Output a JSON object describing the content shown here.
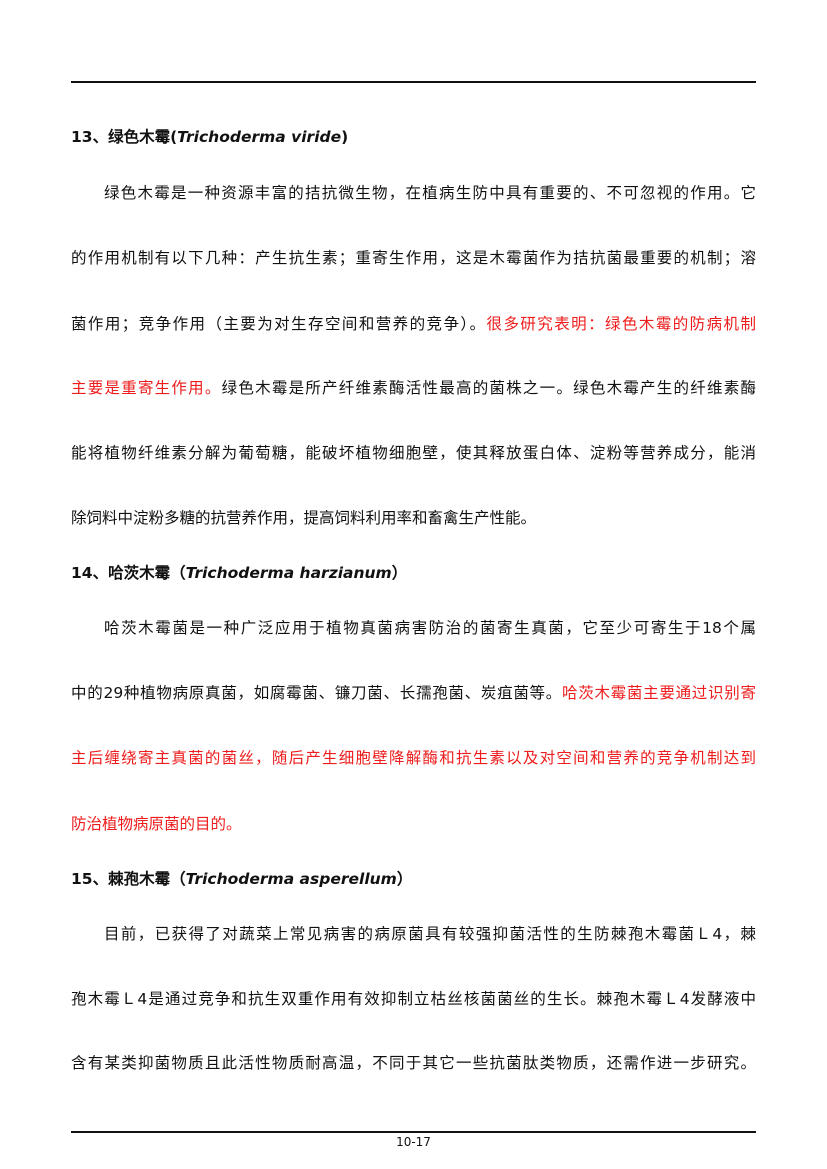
{
  "sections": [
    {
      "heading": {
        "number": "13、绿色木霉",
        "open": "(",
        "latin": "Trichoderma viride",
        "close": ")"
      },
      "lines": [
        [
          {
            "t": "绿色木霉是一种资源丰富的拮抗微生物，在植病生防中具有重要的、不可忽视的作用。它"
          }
        ],
        [
          {
            "t": "的作用机制有以下几种：产生抗生素；重寄生作用，这是木霉菌作为拮抗菌最重要的机制；溶"
          }
        ],
        [
          {
            "t": "菌作用；竞争作用（主要为对生存空间和营养的竞争）。"
          },
          {
            "t": "很多研究表明：绿色木霉的防病机制",
            "red": true
          }
        ],
        [
          {
            "t": "主要是重寄生作用。",
            "red": true
          },
          {
            "t": "绿色木霉是所产纤维素酶活性最高的菌株之一。绿色木霉产生的纤维素酶"
          }
        ],
        [
          {
            "t": "能将植物纤维素分解为葡萄糖，能破坏植物细胞壁，使其释放蛋白体、淀粉等营养成分，能消"
          }
        ],
        [
          {
            "t": "除饲料中淀粉多糖的抗营养作用，提高饲料利用率和畜禽生产性能。"
          }
        ]
      ]
    },
    {
      "heading": {
        "number": "14、哈茨木霉",
        "open": "（",
        "latin": "Trichoderma harzianum",
        "close": "）"
      },
      "lines": [
        [
          {
            "t": "哈茨木霉菌是一种广泛应用于植物真菌病害防治的菌寄生真菌，它至少可寄生于18个属"
          }
        ],
        [
          {
            "t": "中的29种植物病原真菌，如腐霉菌、镰刀菌、长孺孢菌、炭疽菌等。"
          },
          {
            "t": "哈茨木霉菌主要通过识别寄",
            "red": true
          }
        ],
        [
          {
            "t": "主后缠绕寄主真菌的菌丝，随后产生细胞壁降解酶和抗生素以及对空间和营养的竞争机制达到",
            "red": true
          }
        ],
        [
          {
            "t": "防治植物病原菌的目的。",
            "red": true
          }
        ]
      ]
    },
    {
      "heading": {
        "number": "15、棘孢木霉",
        "open": "（",
        "latin": "Trichoderma asperellum",
        "close": "）"
      },
      "lines": [
        [
          {
            "t": "目前，已获得了对蔬菜上常见病害的病原菌具有较强抑菌活性的生防棘孢木霉菌Ｌ4，棘"
          }
        ],
        [
          {
            "t": "孢木霉Ｌ4是通过竞争和抗生双重作用有效抑制立枯丝核菌菌丝的生长。棘孢木霉Ｌ4发酵液中"
          }
        ],
        [
          {
            "t": "含有某类抑菌物质且此活性物质耐高温，不同于其它一些抗菌肽类物质，还需作进一步研究。"
          }
        ]
      ]
    }
  ],
  "footer": {
    "page": "10-17"
  }
}
